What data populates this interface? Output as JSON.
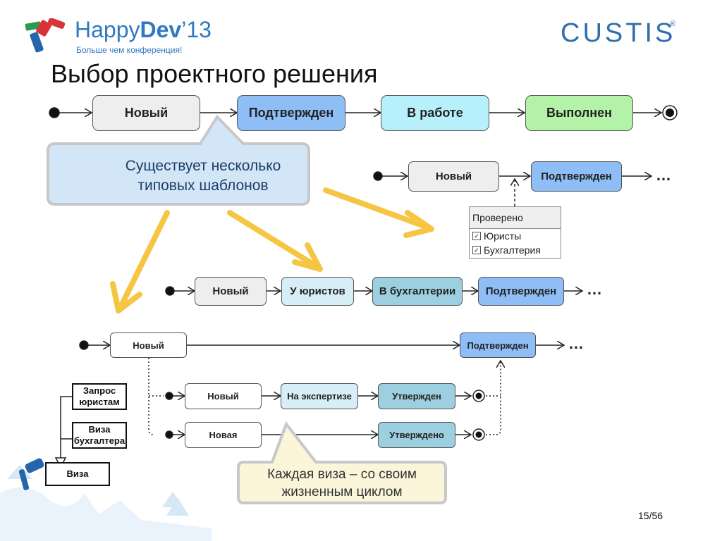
{
  "header": {
    "brand_light": "Happy",
    "brand_bold": "Dev",
    "brand_year": "’13",
    "tagline": "Больше чем конференция!",
    "company": "CUSTIS",
    "reg": "®"
  },
  "title": "Выбор проектного решения",
  "flow1": {
    "states": [
      "Новый",
      "Подтвержден",
      "В работе",
      "Выполнен"
    ]
  },
  "callout1": {
    "line1": "Существует несколько",
    "line2": "типовых шаблонов"
  },
  "flow2": {
    "states": [
      "Новый",
      "Подтвержден"
    ],
    "ellipsis": "…",
    "checklist": {
      "title": "Проверено",
      "items": [
        "Юристы",
        "Бухгалтерия"
      ],
      "check_mark": "✓"
    }
  },
  "flow3": {
    "states": [
      "Новый",
      "У юристов",
      "В бухгалтерии",
      "Подтвержден"
    ],
    "ellipsis": "…"
  },
  "flow4": {
    "states": [
      "Новый",
      "Подтвержден"
    ],
    "ellipsis": "…",
    "sub1": [
      "Новый",
      "На экспертизе",
      "Утвержден"
    ],
    "sub2": [
      "Новая",
      "Утверждено"
    ]
  },
  "class_diagram": {
    "items": [
      "Запрос юристам",
      "Виза бухгалтера",
      "Виза"
    ]
  },
  "callout2": {
    "line1": "Каждая виза – со своим",
    "line2": "жизненным циклом"
  },
  "page": "15/56",
  "colors": {
    "brand": "#2f79c1",
    "arrow_yellow": "#f6c544",
    "callout_blue": "#d3e6f7"
  }
}
